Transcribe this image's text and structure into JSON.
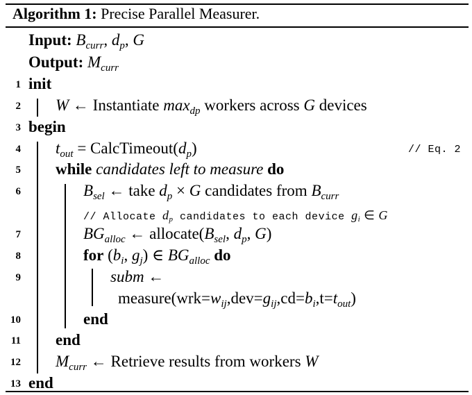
{
  "algorithm": {
    "label": "Algorithm 1:",
    "title": "Precise Parallel Measurer.",
    "input_label": "Input:",
    "output_label": "Output:",
    "output_var": "M",
    "output_sub": "curr",
    "inputs": {
      "b": "B",
      "b_sub": "curr",
      "sep1": ", ",
      "d": "d",
      "d_sub": "p",
      "sep2": ", ",
      "g": "G"
    },
    "line_numbers": [
      "1",
      "2",
      "3",
      "4",
      "5",
      "6",
      "7",
      "8",
      "9",
      "10",
      "11",
      "12",
      "13"
    ],
    "lines": {
      "l1": {
        "kw": "init"
      },
      "l2": {
        "var": "W",
        "arrow": " ← ",
        "text1": "Instantiate ",
        "max": "max",
        "max_sub": "dp",
        "text2": " workers across ",
        "g": "G",
        "text3": " devices"
      },
      "l3": {
        "kw": "begin"
      },
      "l4": {
        "var": "t",
        "var_sub": "out",
        "text": " = CalcTimeout(",
        "d": "d",
        "d_sub": "p",
        "close": ")",
        "comment": "// Eq. 2"
      },
      "l5": {
        "kw1": "while",
        "cond": " candidates left to measure ",
        "kw2": "do"
      },
      "l6": {
        "var": "B",
        "var_sub": "sel",
        "text1": " ← take ",
        "d": "d",
        "d_sub": "p",
        "times": " × ",
        "g": "G",
        "text2": " candidates from ",
        "b": "B",
        "b_sub": "curr"
      },
      "l6c": {
        "c1": "// Allocate ",
        "d": "d",
        "d_sub": "p",
        "c2": " candidates to each device ",
        "g": "g",
        "g_sub": "i",
        "in": " ∈ ",
        "G": "G"
      },
      "l7": {
        "var": "BG",
        "var_sub": "alloc",
        "text1": " ← allocate(",
        "b": "B",
        "b_sub": "sel",
        "sep1": ", ",
        "d": "d",
        "d_sub": "p",
        "sep2": ", ",
        "g": "G",
        "close": ")"
      },
      "l8": {
        "kw1": "for",
        "open": " (",
        "b": "b",
        "b_sub": "i",
        "comma": ", ",
        "g": "g",
        "g_sub": "j",
        "close": ") ∈ ",
        "bg": "BG",
        "bg_sub": "alloc",
        "kw2": " do"
      },
      "l9": {
        "var": "subm",
        "arrow": " ←"
      },
      "l9b": {
        "t1": "measure(wrk=",
        "w": "w",
        "w_sub": "ij",
        "t2": ",dev=",
        "g": "g",
        "g_sub": "ij",
        "t3": ",cd=",
        "b": "b",
        "b_sub": "i",
        "t4": ",t=",
        "t": "t",
        "t_sub": "out",
        "close": ")"
      },
      "l10": {
        "kw": "end"
      },
      "l11": {
        "kw": "end"
      },
      "l12": {
        "var": "M",
        "var_sub": "curr",
        "text": " ← Retrieve results from workers ",
        "w": "W"
      },
      "l13": {
        "kw": "end"
      }
    }
  }
}
